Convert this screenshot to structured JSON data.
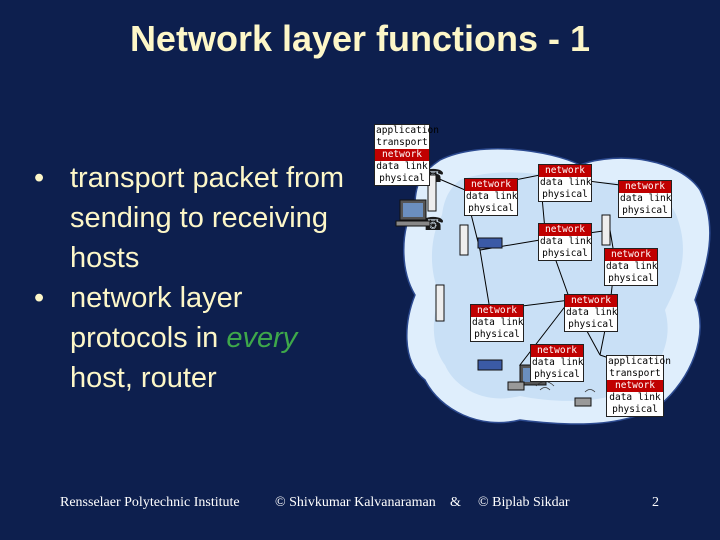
{
  "title": "Network layer functions - 1",
  "bullets": [
    {
      "text": "transport packet from sending to receiving hosts"
    },
    {
      "text_before": "network layer protocols in ",
      "emphasis": "every",
      "text_after": " host, router"
    }
  ],
  "bullet_symbol": "•",
  "footer": {
    "institute": "Rensselaer Polytechnic Institute",
    "credit_1": "© Shivkumar Kalvanaraman",
    "ampersand": "&",
    "credit_2": "© Biplab Sikdar",
    "page_number": "2"
  },
  "end_host_stack": [
    "application",
    "transport",
    "network",
    "data link",
    "physical"
  ],
  "router_stack": [
    "network",
    "data link",
    "physical"
  ],
  "colors": {
    "background": "#0d1f4e",
    "title": "#fdf7c8",
    "emphasis": "#3ea84a",
    "network_highlight": "#c00000",
    "cloud": "#dfeefc"
  }
}
